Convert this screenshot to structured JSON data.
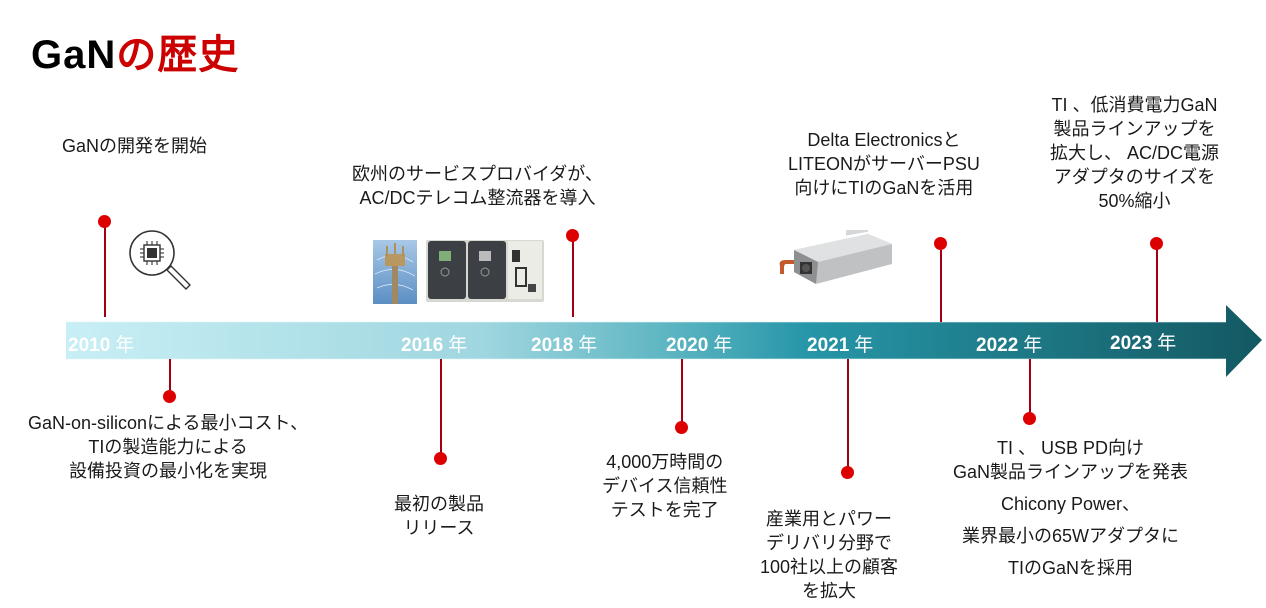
{
  "title": {
    "en": "GaN",
    "jp": "の歴史"
  },
  "colors": {
    "title_accent": "#cc0000",
    "marker": "#dd0000",
    "stem": "#a00010",
    "arrow_start": "#c5eef4",
    "arrow_mid": "#2a9aab",
    "arrow_end": "#135b66"
  },
  "timeline": {
    "years": [
      {
        "year": "2010",
        "suffix": "年"
      },
      {
        "year": "2016",
        "suffix": "年"
      },
      {
        "year": "2018",
        "suffix": "年"
      },
      {
        "year": "2020",
        "suffix": "年"
      },
      {
        "year": "2021",
        "suffix": "年"
      },
      {
        "year": "2022",
        "suffix": "年"
      },
      {
        "year": "2023",
        "suffix": "年"
      }
    ]
  },
  "events_above": [
    {
      "year": "2010",
      "lines": [
        "GaNの開発を開始"
      ],
      "icon": "chip-magnifier-icon"
    },
    {
      "year": "2018",
      "lines": [
        "欧州のサービスプロバイダが、",
        "AC/DCテレコム整流器を導入"
      ],
      "icon": "telecom-rectifier-image"
    },
    {
      "year": "2021",
      "lines": [
        "Delta Electronicsと",
        "LITEONがサーバーPSU",
        "向けにTIのGaNを活用"
      ],
      "icon": "server-psu-image"
    },
    {
      "year": "2023",
      "lines": [
        "TI 、低消費電力GaN",
        "製品ラインアップを",
        "拡大し、 AC/DC電源",
        "アダプタのサイズを",
        "50%縮小"
      ]
    }
  ],
  "events_below": [
    {
      "year": "2010",
      "lines": [
        "GaN-on-siliconによる最小コスト、",
        "TIの製造能力による",
        "設備投資の最小化を実現"
      ]
    },
    {
      "year": "2016",
      "lines": [
        "最初の製品",
        "リリース"
      ]
    },
    {
      "year": "2020",
      "lines": [
        "4,000万時間の",
        "デバイス信頼性",
        "テストを完了"
      ]
    },
    {
      "year": "2021",
      "lines": [
        "産業用とパワー",
        "デリバリ分野で",
        "100社以上の顧客",
        "を拡大"
      ]
    },
    {
      "year": "2022",
      "lines": [
        "TI 、 USB PD向け",
        "GaN製品ラインアップを発表",
        "Chicony Power、",
        "業界最小の65Wアダプタに",
        "TIのGaNを採用"
      ]
    }
  ]
}
